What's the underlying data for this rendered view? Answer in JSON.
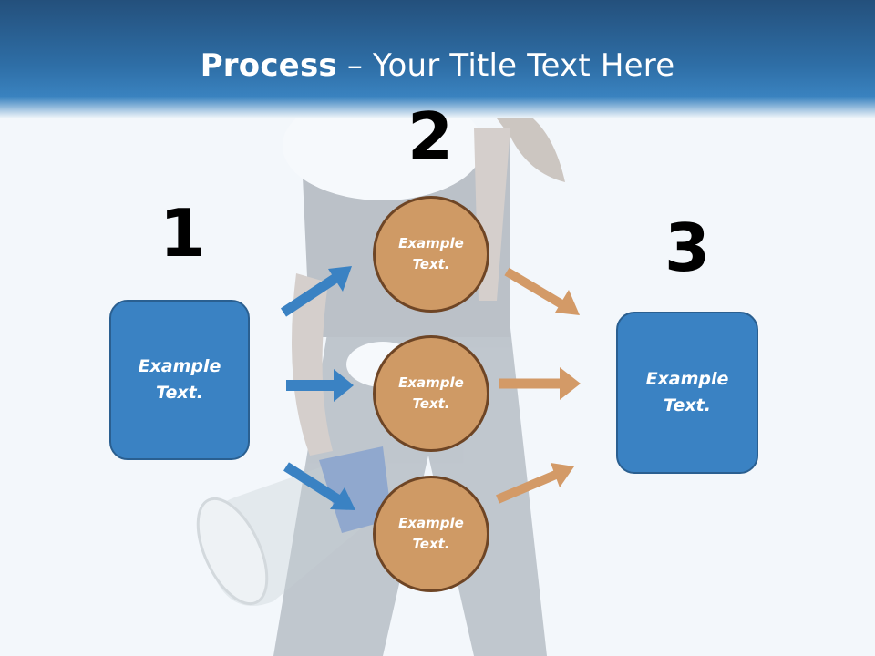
{
  "slide": {
    "title_bold": "Process",
    "title_rest": " – Your Title Text Here"
  },
  "steps": {
    "step1": {
      "number": "1",
      "text": "Example\nText."
    },
    "step2": {
      "number": "2",
      "circles": [
        {
          "text": "Example\nText."
        },
        {
          "text": "Example\nText."
        },
        {
          "text": "Example\nText."
        }
      ]
    },
    "step3": {
      "number": "3",
      "text": "Example\nText."
    }
  },
  "colors": {
    "header": "#2e6ea6",
    "box_fill": "#3a82c3",
    "circle_fill": "#cf9a65",
    "blue_arrow": "#3a82c3",
    "orange_arrow": "#d39a67"
  }
}
